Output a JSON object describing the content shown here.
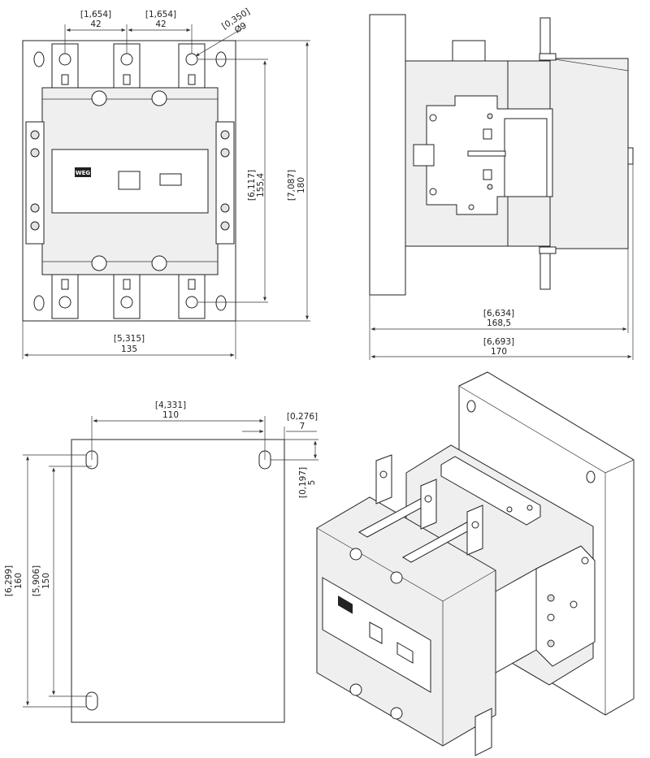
{
  "dimensions": {
    "front_top_left": {
      "inch": "[1,654]",
      "mm": "42"
    },
    "front_top_right": {
      "inch": "[1,654]",
      "mm": "42"
    },
    "hole": {
      "inch": "[0,350]",
      "mm": "Ø9"
    },
    "front_height_inner": {
      "inch": "[6,117]",
      "mm": "155,4"
    },
    "front_height_outer": {
      "inch": "[7,087]",
      "mm": "180"
    },
    "front_width": {
      "inch": "[5,315]",
      "mm": "135"
    },
    "side_depth_inner": {
      "inch": "[6,634]",
      "mm": "168,5"
    },
    "side_depth_outer": {
      "inch": "[6,693]",
      "mm": "170"
    },
    "plate_hole_spacing": {
      "inch": "[4,331]",
      "mm": "110"
    },
    "plate_hole_edge": {
      "inch": "[0,276]",
      "mm": "7"
    },
    "plate_hole_top": {
      "inch": "[0,197]",
      "mm": "5"
    },
    "plate_height": {
      "inch": "[6,299]",
      "mm": "160"
    },
    "plate_hole_vert": {
      "inch": "[5,906]",
      "mm": "150"
    }
  },
  "logo_text": "WEG"
}
